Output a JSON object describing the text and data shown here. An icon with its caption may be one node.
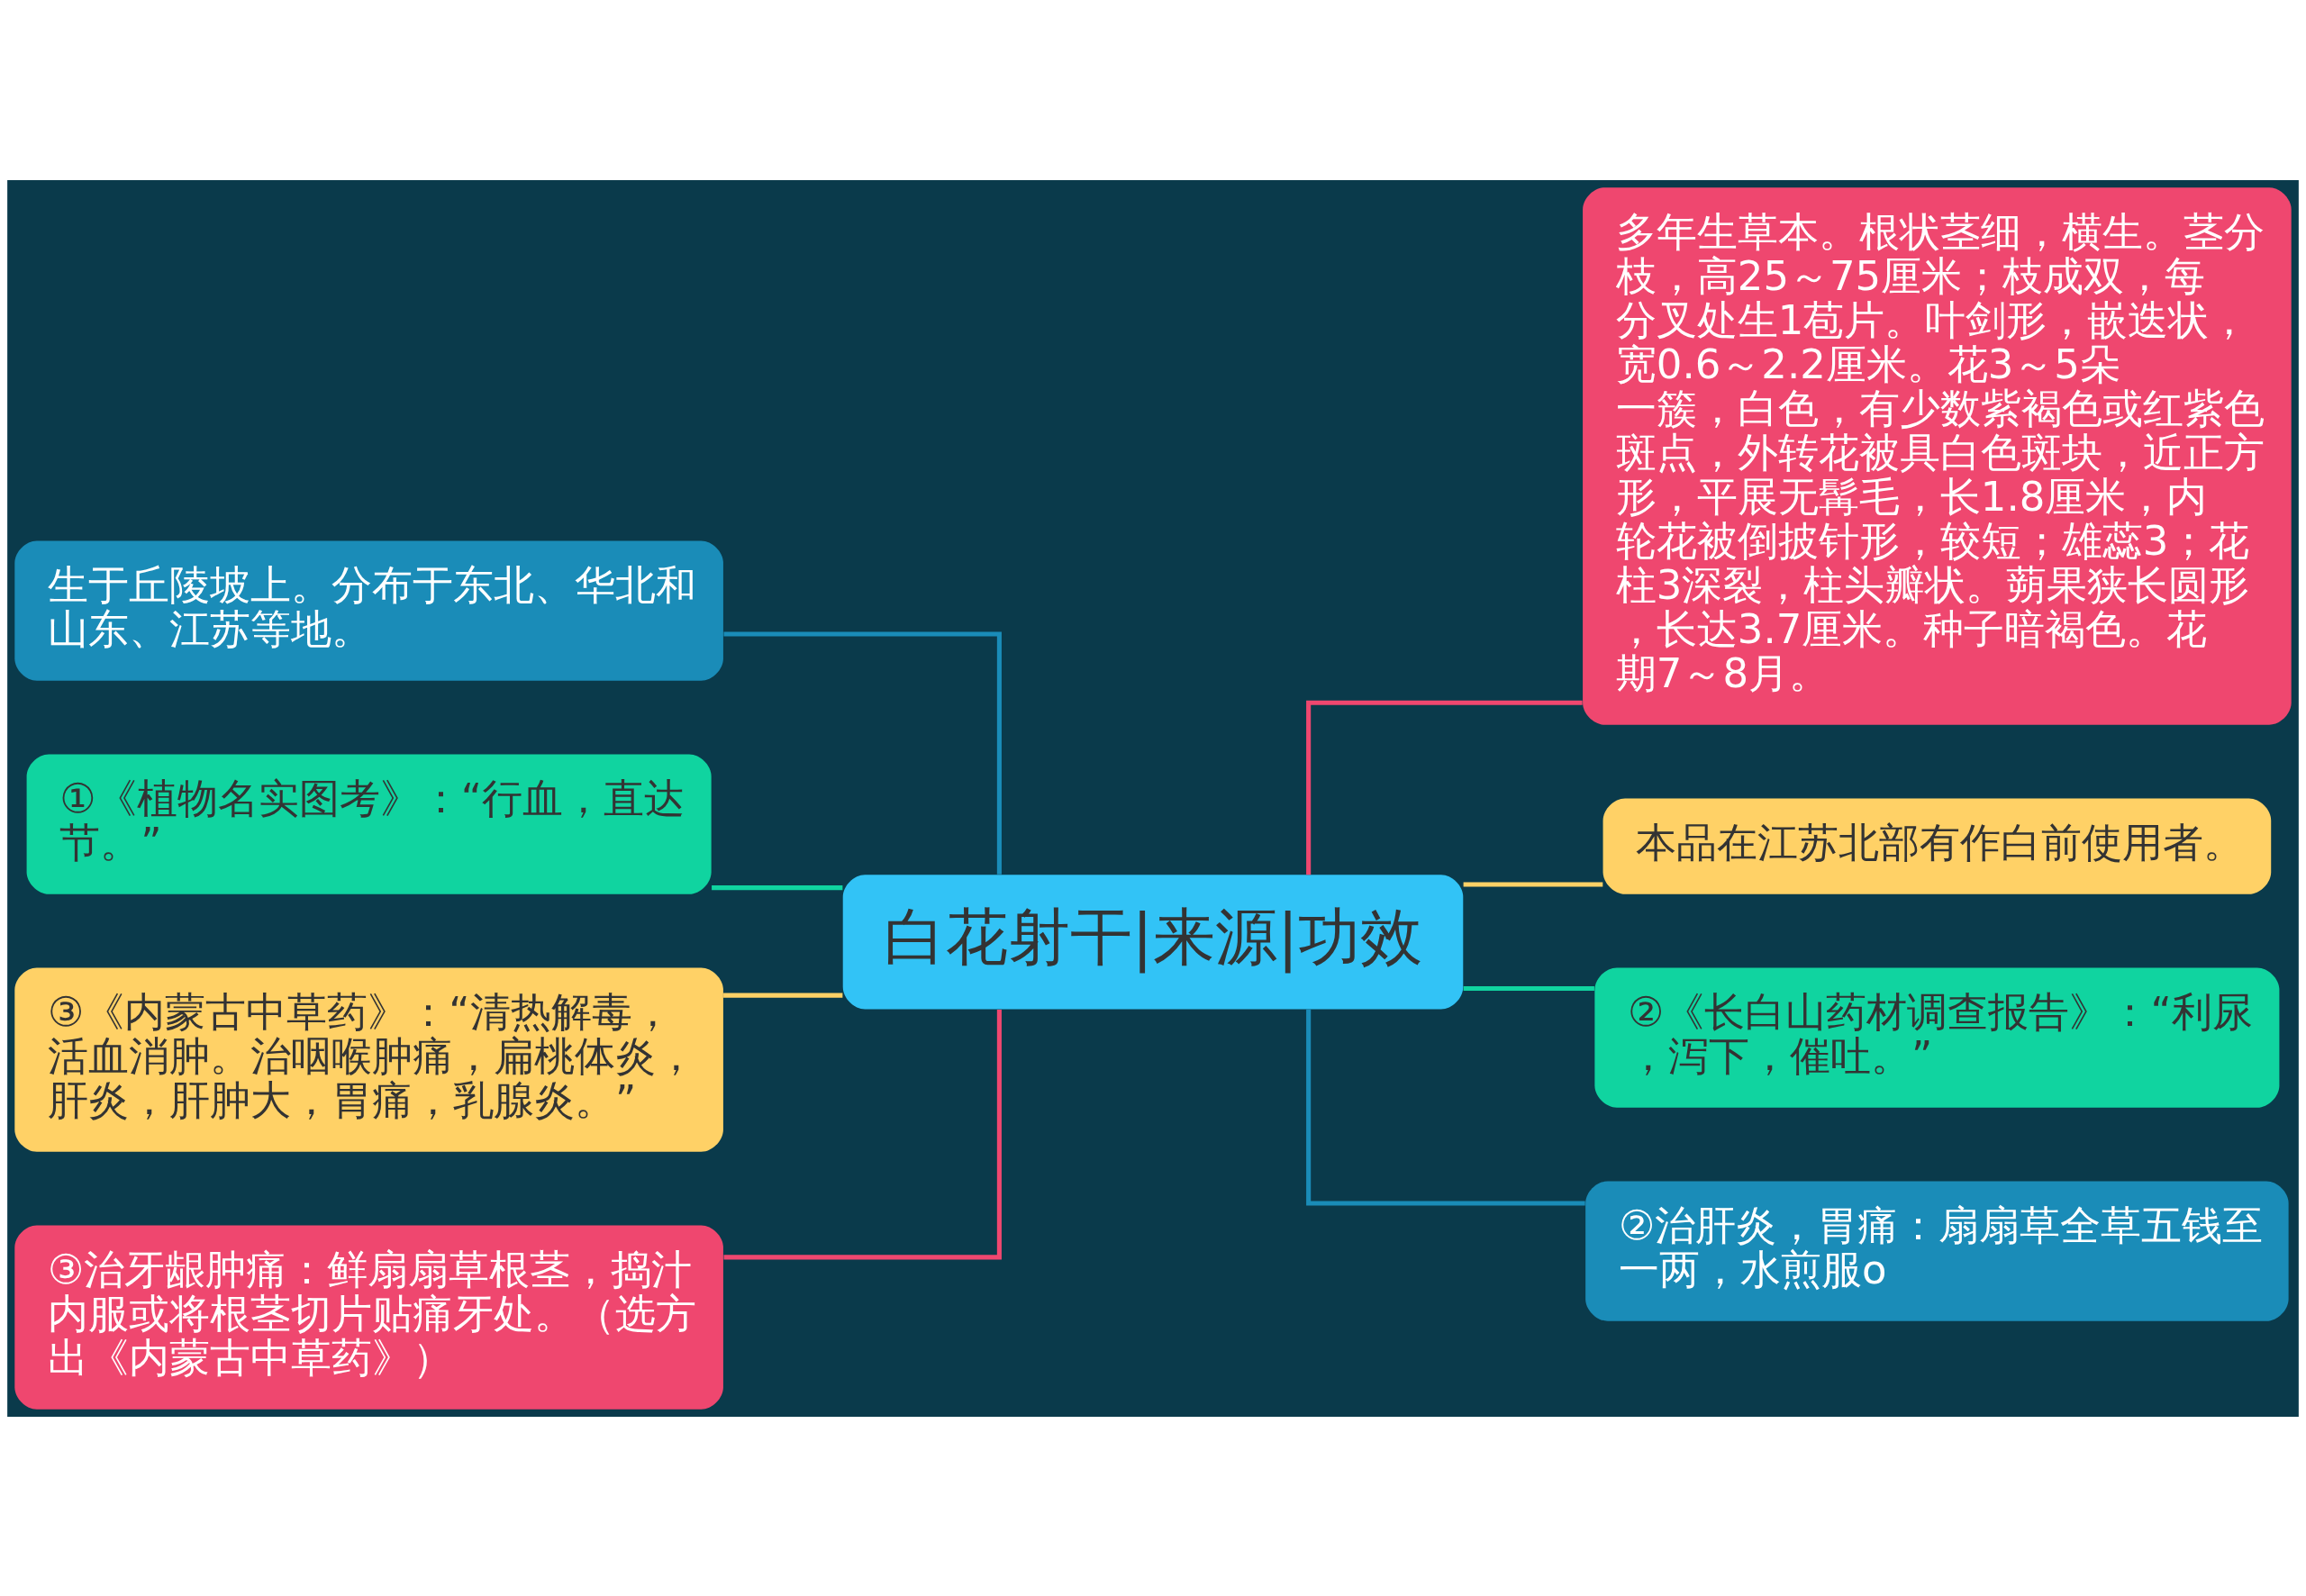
{
  "diagram": {
    "nodes": [
      {
        "text": [
          "白花射干|来源|功效"
        ]
      },
      {
        "text": [
          "生于丘陵坡上。分布于东北、华北和山东、江苏等地。"
        ]
      },
      {
        "text": [
          "①《植物名实图考》：“行血，直达节。”"
        ]
      },
      {
        "text": [
          "③《内蒙古中草药》：“清热解毒，活血消肿。治咽喉肿痛，扁桃体炎，肝炎，肝肿大，胃痛，乳腺炎。”"
        ]
      },
      {
        "text": [
          "③治牙龈肿痛：鲜扇扇草根茎，捣汁内服或将根茎切片贴痛牙处。（选方出《内蒙古中草药》）"
        ]
      },
      {
        "text": [
          "多年生草本。根状茎细，横生。茎分枝，高25～75厘米；枝成双，每分叉处生1苞片。叶剑形，嵌迭状，宽0.6～2.2厘米。花3～5朵一簇，白色，有少数紫褐色或红紫色斑点，外转花被具白色斑块，近正方形，平展无髯毛，长1.8厘米，内轮花被倒披针形，较短；雄蕊3；花柱3深裂，柱头瓣状。蒴果狭长圆形，长达3.7厘米。种子暗褐色。花期7～8月。"
        ]
      },
      {
        "text": [
          "本品在江苏北部有作白前使用者。"
        ]
      },
      {
        "text": [
          "②《长白山药材调查报告》：“利尿，泻下，催吐。”"
        ]
      },
      {
        "text": [
          "②治肝炎，胃痛：扇扇草全草五钱至一两，水煎服o"
        ]
      }
    ],
    "edges": [
      {
        "from": 0,
        "to": 1,
        "arrow": "none",
        "color": "#1a8cb8"
      },
      {
        "from": 0,
        "to": 2,
        "arrow": "none",
        "color": "#10d4a0"
      },
      {
        "from": 0,
        "to": 3,
        "arrow": "none",
        "color": "#ffd166"
      },
      {
        "from": 0,
        "to": 4,
        "arrow": "none",
        "color": "#ef476f"
      },
      {
        "from": 0,
        "to": 5,
        "arrow": "none",
        "color": "#ef476f"
      },
      {
        "from": 0,
        "to": 6,
        "arrow": "none",
        "color": "#ffd166"
      },
      {
        "from": 0,
        "to": 7,
        "arrow": "none",
        "color": "#10d4a0"
      },
      {
        "from": 0,
        "to": 8,
        "arrow": "none",
        "color": "#1a8cb8"
      }
    ]
  }
}
